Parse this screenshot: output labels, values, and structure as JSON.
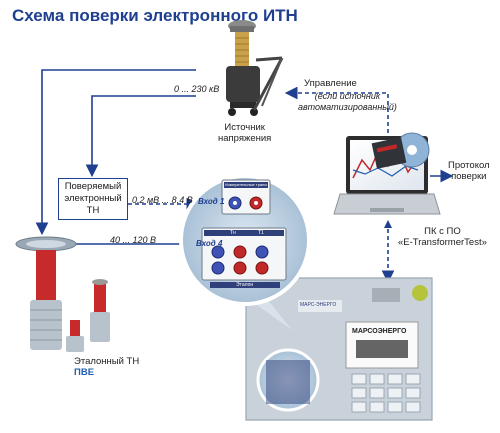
{
  "title": "Схема поверки электронного ИТН",
  "source": {
    "label_line1": "Источник",
    "label_line2": "напряжения",
    "range": "0 ... 230 кВ"
  },
  "control": {
    "label": "Управление",
    "note_line1": "(если источник",
    "note_line2": "автоматизированный)"
  },
  "dut": {
    "line1": "Поверяемый",
    "line2": "электронный",
    "line3": "ТН",
    "output": "0,2 мВ ... 8,4 В"
  },
  "reference": {
    "line1": "Эталонный ТН",
    "line2": "ПВЕ",
    "output": "40 ... 120 В"
  },
  "pc": {
    "line1": "ПК с ПО",
    "line2": "«E-TransformerTest»"
  },
  "protocol": {
    "line1": "Протокол",
    "line2": "поверки"
  },
  "panel": {
    "input1": "Вход 1",
    "input4": "Вход 4",
    "header": "Измерительные трансформаторы",
    "sub1": "Тн",
    "sub2": "Т1",
    "bottom": "Эталон",
    "brand": "МАРС-ЭНЕРГО",
    "device_name": "МАРСОЭНЕРГО"
  },
  "colors": {
    "arrow": "#1f3f8f",
    "title": "#1f3f8f",
    "red": "#c0282a",
    "accent": "#1f5fb0"
  }
}
